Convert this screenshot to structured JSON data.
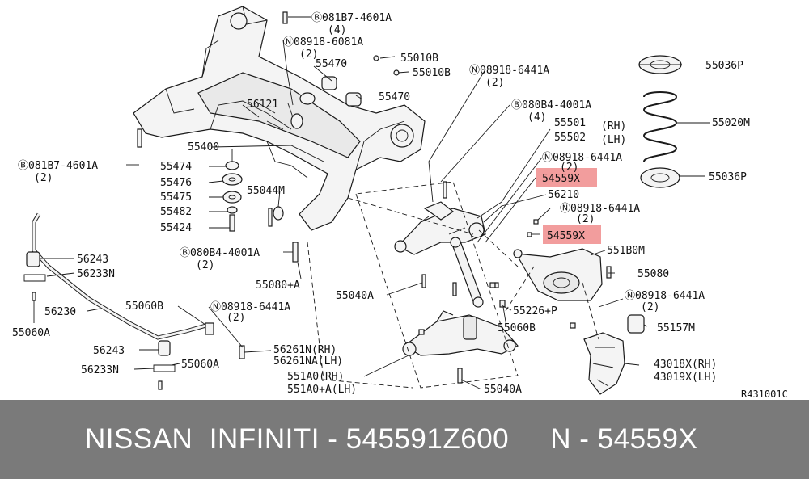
{
  "diagram": {
    "highlight_color": "#f08c8c",
    "labels": [
      {
        "id": "l01",
        "text": "Ⓑ081B7-4601A",
        "sub": "(4)"
      },
      {
        "id": "l02",
        "text": "Ⓝ08918-6081A",
        "sub": "(2)"
      },
      {
        "id": "l03",
        "text": "55010B"
      },
      {
        "id": "l04",
        "text": "55470"
      },
      {
        "id": "l05",
        "text": "55010B"
      },
      {
        "id": "l06",
        "text": "Ⓝ08918-6441A",
        "sub": "(2)"
      },
      {
        "id": "l07",
        "text": "55036P"
      },
      {
        "id": "l08",
        "text": "55470"
      },
      {
        "id": "l09",
        "text": "56121"
      },
      {
        "id": "l10",
        "text": "Ⓑ080B4-4001A",
        "sub": "(4)"
      },
      {
        "id": "l11",
        "text": "55501"
      },
      {
        "id": "l12",
        "text": "55502"
      },
      {
        "id": "l13",
        "text": "(RH)"
      },
      {
        "id": "l14",
        "text": "(LH)"
      },
      {
        "id": "l15",
        "text": "55020M"
      },
      {
        "id": "l16",
        "text": "55400"
      },
      {
        "id": "l17",
        "text": "Ⓑ081B7-4601A",
        "sub": "(2)"
      },
      {
        "id": "l18",
        "text": "55474"
      },
      {
        "id": "l19",
        "text": "Ⓝ08918-6441A",
        "sub": "(2)"
      },
      {
        "id": "l20",
        "text": "55476"
      },
      {
        "id": "l21",
        "text": "54559X"
      },
      {
        "id": "l22",
        "text": "55036P"
      },
      {
        "id": "l23",
        "text": "55044M"
      },
      {
        "id": "l24",
        "text": "55475"
      },
      {
        "id": "l25",
        "text": "56210"
      },
      {
        "id": "l26",
        "text": "55482"
      },
      {
        "id": "l27",
        "text": "Ⓝ08918-6441A",
        "sub": "(2)"
      },
      {
        "id": "l28",
        "text": "55424"
      },
      {
        "id": "l29",
        "text": "54559X"
      },
      {
        "id": "l30",
        "text": "Ⓑ080B4-4001A",
        "sub": "(2)"
      },
      {
        "id": "l31",
        "text": "551B0M"
      },
      {
        "id": "l32",
        "text": "56243"
      },
      {
        "id": "l33",
        "text": "56233N"
      },
      {
        "id": "l34",
        "text": "55080"
      },
      {
        "id": "l35",
        "text": "55080+A"
      },
      {
        "id": "l36",
        "text": "55040A"
      },
      {
        "id": "l37",
        "text": "Ⓝ08918-6441A",
        "sub": "(2)"
      },
      {
        "id": "l38",
        "text": "56230"
      },
      {
        "id": "l39",
        "text": "55060B"
      },
      {
        "id": "l40",
        "text": "Ⓝ08918-6441A",
        "sub": "(2)"
      },
      {
        "id": "l41",
        "text": "55226+P"
      },
      {
        "id": "l42",
        "text": "55060A"
      },
      {
        "id": "l43",
        "text": "55060B"
      },
      {
        "id": "l44",
        "text": "55157M"
      },
      {
        "id": "l45",
        "text": "56243"
      },
      {
        "id": "l46",
        "text": "56261N(RH)"
      },
      {
        "id": "l47",
        "text": "56261NA(LH)"
      },
      {
        "id": "l48",
        "text": "43018X(RH)"
      },
      {
        "id": "l49",
        "text": "56233N"
      },
      {
        "id": "l50",
        "text": "55060A"
      },
      {
        "id": "l51",
        "text": "43019X(LH)"
      },
      {
        "id": "l52",
        "text": "551A0(RH)"
      },
      {
        "id": "l53",
        "text": "551A0+A(LH)"
      },
      {
        "id": "l54",
        "text": "55040A"
      },
      {
        "id": "l55",
        "text": "R431001C"
      }
    ]
  },
  "banner": {
    "text": "NISSAN  INFINITI - 545591Z600     N - 54559X",
    "background": "#7a7a7a",
    "color": "#ffffff"
  }
}
